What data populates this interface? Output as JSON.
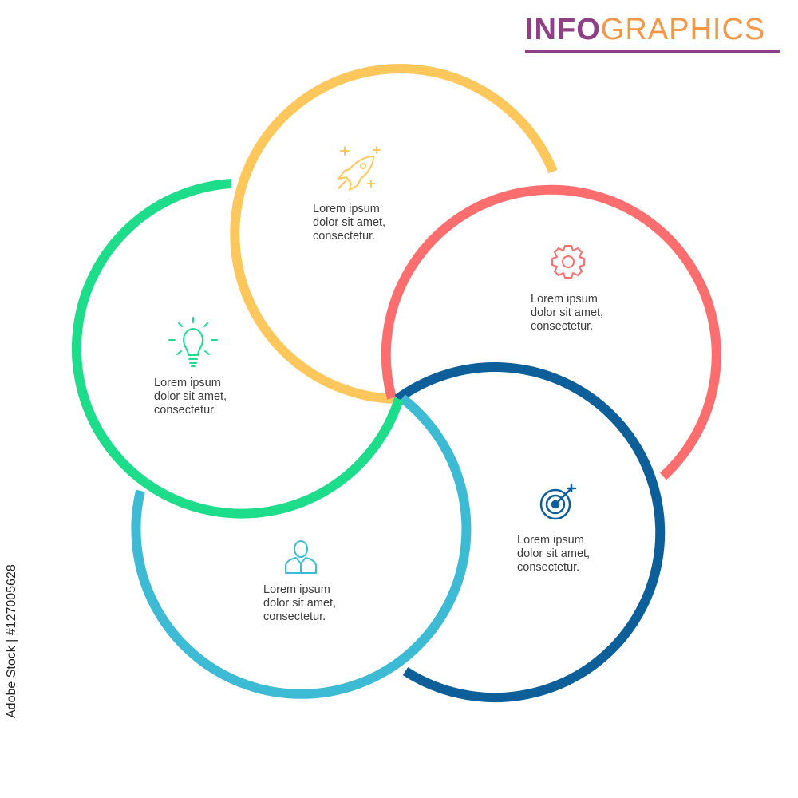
{
  "header": {
    "title_part1": "INFO",
    "title_part2": "GRAPHICS",
    "color_part1": "#8e3f86",
    "color_part2": "#f79746",
    "rule_color": "#8e3f86"
  },
  "items": [
    {
      "name": "yellow",
      "color": "#fec75b",
      "icon": "rocket-icon",
      "line1": "Lorem ipsum",
      "line2": "dolor sit amet,",
      "line3": "consectetur."
    },
    {
      "name": "red",
      "color": "#fe6e6e",
      "icon": "gear-icon",
      "line1": "Lorem ipsum",
      "line2": "dolor sit amet,",
      "line3": "consectetur."
    },
    {
      "name": "navy",
      "color": "#0d5f9a",
      "icon": "target-icon",
      "line1": "Lorem ipsum",
      "line2": "dolor sit amet,",
      "line3": "consectetur."
    },
    {
      "name": "teal",
      "color": "#3dbad4",
      "icon": "person-icon",
      "line1": "Lorem ipsum",
      "line2": "dolor sit amet,",
      "line3": "consectetur."
    },
    {
      "name": "green",
      "color": "#1ddd8a",
      "icon": "lightbulb-icon",
      "line1": "Lorem ipsum",
      "line2": "dolor sit amet,",
      "line3": "consectetur."
    }
  ],
  "credit": "Adobe Stock | #127005628"
}
